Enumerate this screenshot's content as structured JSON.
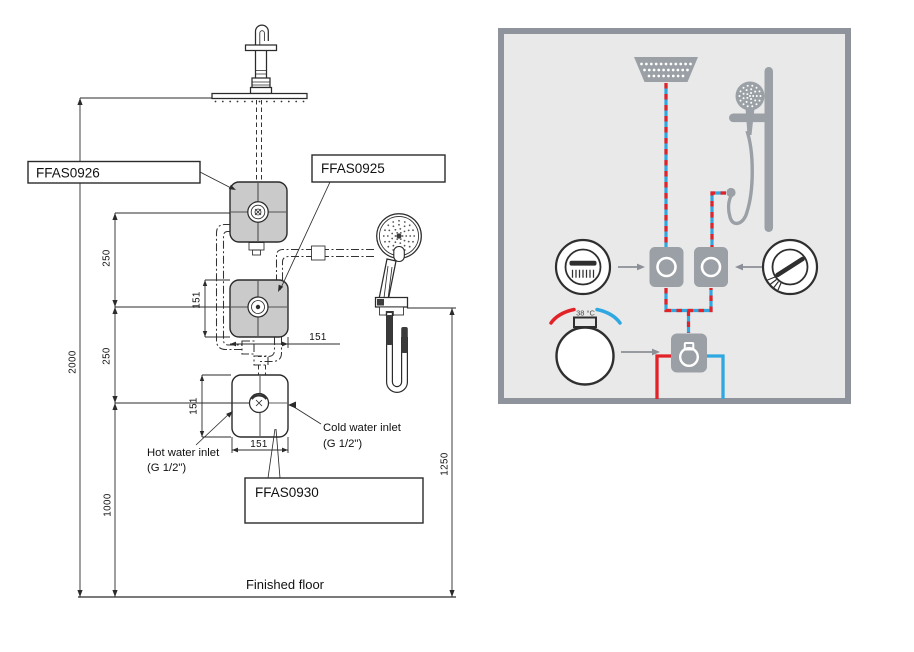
{
  "left_drawing": {
    "part_labels": {
      "top": "FFAS0926",
      "middle": "FFAS0925",
      "bottom": "FFAS0930"
    },
    "annotations": {
      "hot_line1": "Hot water inlet",
      "hot_line2": "(G 1/2\")",
      "cold_line1": "Cold water inlet",
      "cold_line2": "(G 1/2\")",
      "floor": "Finished floor"
    },
    "dimensions": {
      "overall_height": "2000",
      "head_to_diverter": "250",
      "diverter_to_mixer": "250",
      "mixer_to_floor": "1000",
      "handshower_to_floor": "1250",
      "diverter_height": "151",
      "diverter_width": "151",
      "mixer_height": "151",
      "mixer_width": "151"
    }
  },
  "right_schematic": {
    "temperature_label": "38 °C",
    "colors": {
      "hot": "#e32228",
      "cold": "#2fa8e1",
      "icon_gray": "#9aa0a5",
      "panel_border": "#8e939c",
      "panel_bg": "#e9e9ea"
    }
  }
}
